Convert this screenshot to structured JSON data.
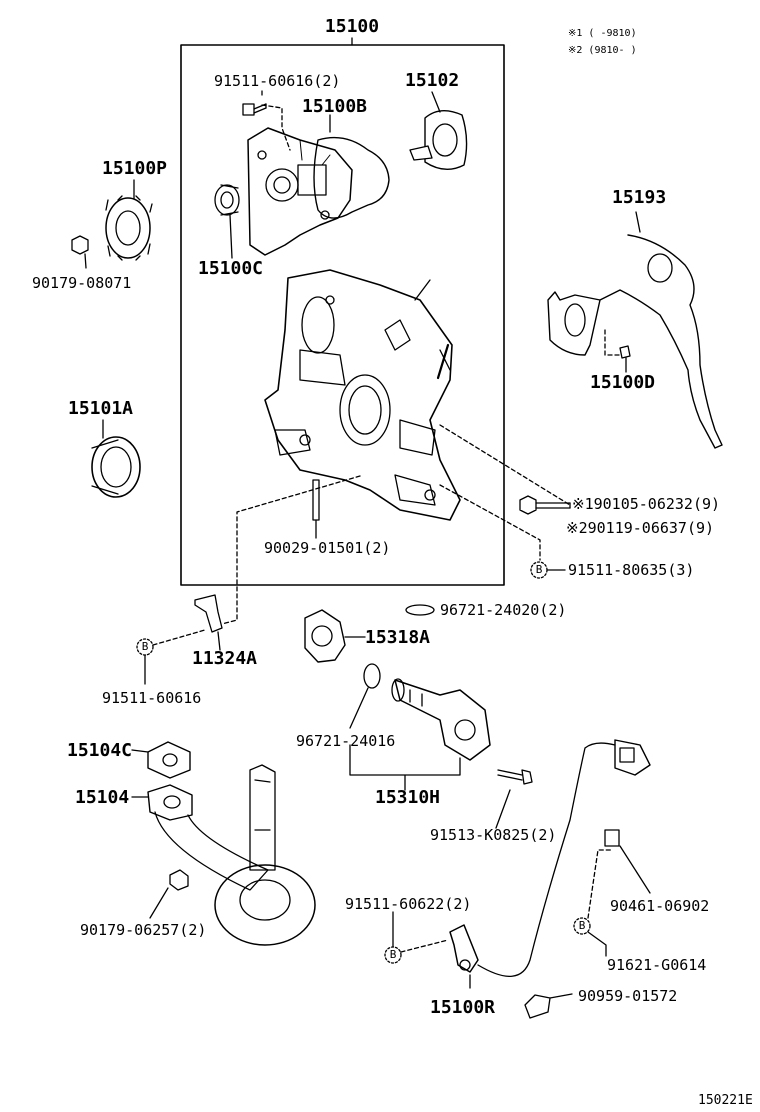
{
  "notes": [
    "※1 (   -9810)",
    "※2 (9810-   )"
  ],
  "diagram_code": "150221E",
  "callout_letter": "B",
  "labels": {
    "assy_15100": "15100",
    "l_91511_60616_2": "91511-60616(2)",
    "l_15102": "15102",
    "l_15100B": "15100B",
    "l_15100P": "15100P",
    "l_15100C": "15100C",
    "l_90179_08071": "90179-08071",
    "l_15193": "15193",
    "l_15100D": "15100D",
    "l_15101A": "15101A",
    "l_90105_06232": "※190105-06232(9)",
    "l_90119_06637": "※290119-06637(9)",
    "l_90029_01501": "90029-01501(2)",
    "l_91511_80635": "91511-80635(3)",
    "l_96721_24020": "96721-24020(2)",
    "l_15318A": "15318A",
    "l_11324A": "11324A",
    "l_91511_60616": "91511-60616",
    "l_96721_24016": "96721-24016",
    "l_15310H": "15310H",
    "l_15104C": "15104C",
    "l_15104": "15104",
    "l_91513_K0825": "91513-K0825(2)",
    "l_90461_06902": "90461-06902",
    "l_90179_06257": "90179-06257(2)",
    "l_91511_60622": "91511-60622(2)",
    "l_91621_G0614": "91621-G0614",
    "l_15100R": "15100R",
    "l_90959_01572": "90959-01572"
  }
}
